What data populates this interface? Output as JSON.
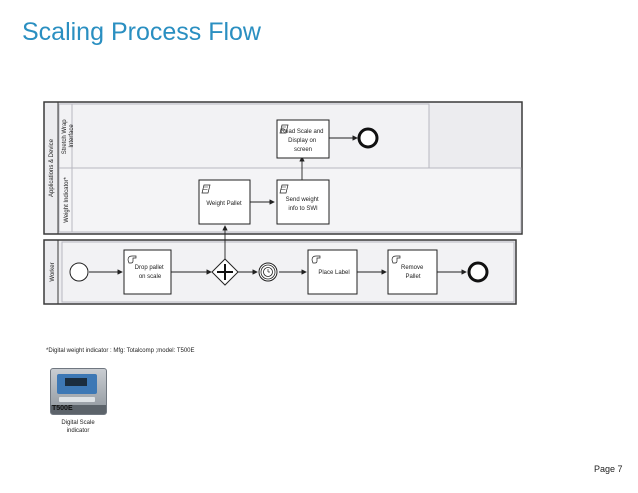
{
  "page_title": "Scaling Process Flow",
  "pools": {
    "applications": {
      "label": "Applications & Device",
      "lanes": {
        "stretch_wrap": "Stretch Wrap Interface",
        "weight_indicator": "Weight Indicator*"
      }
    },
    "worker": {
      "label": "Worker"
    }
  },
  "tasks": {
    "read_scale": [
      "Read Scale and",
      "Display on",
      "screen"
    ],
    "weight_pallet": [
      "Weight Pallet"
    ],
    "send_weight": [
      "Send weight",
      "info to SWI"
    ],
    "drop_pallet": [
      "Drop pallet",
      "on scale"
    ],
    "place_label": [
      "Place Label"
    ],
    "remove_pallet": [
      "Remove",
      "Pallet"
    ]
  },
  "footnote": "*Digital weight indicator : Mfg: Totalcomp ;model: T500E",
  "device": {
    "model_label": "T500E",
    "caption": "Digital Scale indicator"
  },
  "page_number": "Page 7",
  "colors": {
    "title": "#2a8fc1",
    "pool_border": "#3a3a3a",
    "pool_fill": "#e9e9ec",
    "lane_border": "#b8b8c0"
  }
}
